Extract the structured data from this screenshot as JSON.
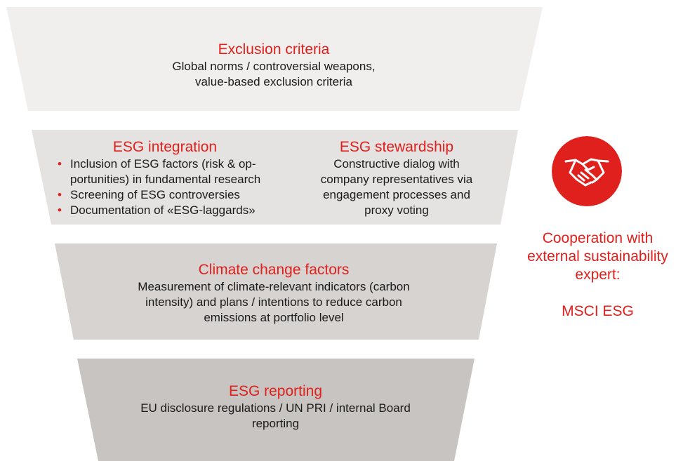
{
  "layers": [
    {
      "title": "Exclusion criteria",
      "lines": [
        "Global norms / controversial weapons,",
        "value-based exclusion criteria"
      ]
    },
    {
      "left": {
        "title": "ESG integration",
        "bullets": [
          "Inclusion of ESG factors (risk & op-",
          "portunities) in fundamental research",
          "Screening of ESG controversies",
          "Documentation of «ESG-laggards»"
        ]
      },
      "right": {
        "title": "ESG stewardship",
        "lines": [
          "Constructive dialog with",
          "company representatives via",
          "engagement processes and",
          "proxy voting"
        ]
      }
    },
    {
      "title": "Climate change factors",
      "lines": [
        "Measurement of climate-relevant indicators (carbon",
        "intensity) and plans / intentions to reduce carbon",
        "emissions at portfolio level"
      ]
    },
    {
      "title": "ESG reporting",
      "lines": [
        "EU disclosure regulations / UN PRI / internal Board",
        "reporting"
      ]
    }
  ],
  "side": {
    "lines": [
      "Cooperation with",
      "external sustainability",
      "expert:"
    ],
    "name": "MSCI ESG",
    "icon": "handshake-icon"
  },
  "colors": {
    "accent": "#e0201c",
    "layer1": "#f0efee",
    "layer2": "#e5e3e1",
    "layer3": "#d6d3d1",
    "layer4": "#c8c4c1"
  }
}
